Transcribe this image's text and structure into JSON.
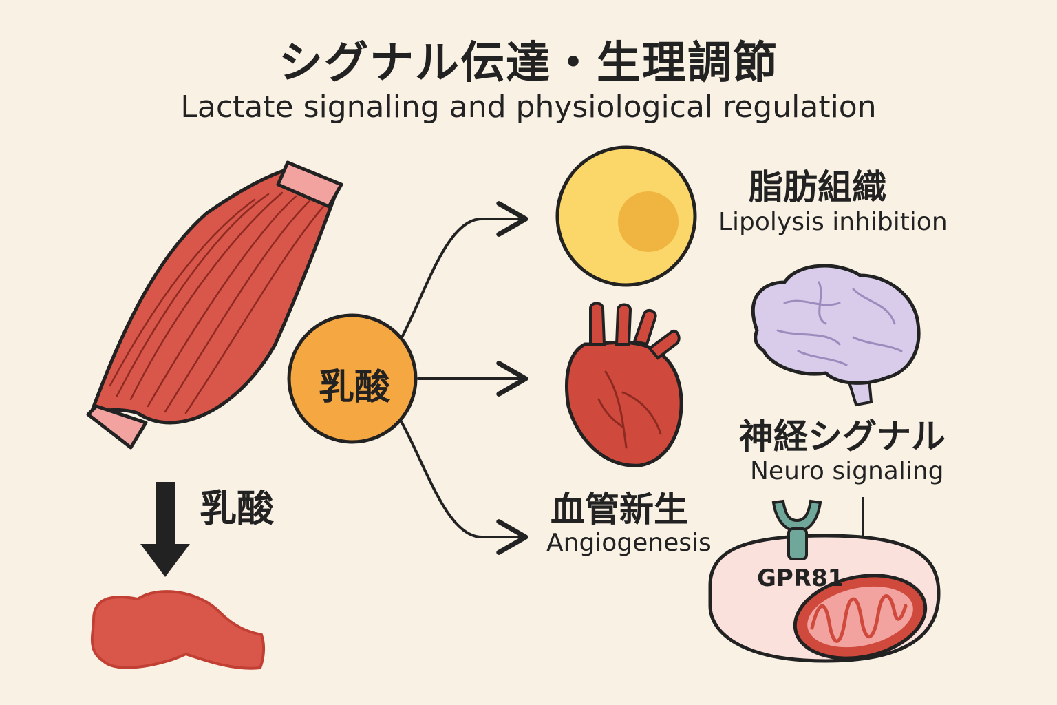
{
  "title": {
    "japanese": "シグナル伝達・生理調節",
    "english": "Lactate signaling and physiological regulation"
  },
  "hub": {
    "label": "乳酸"
  },
  "flow": {
    "label": "乳酸"
  },
  "targets": {
    "adipose": {
      "japanese": "脂肪組織",
      "english": "Lipolysis inhibition"
    },
    "angiogenesis": {
      "japanese": "血管新生",
      "english": "Angiogenesis"
    },
    "neuro": {
      "japanese": "神経シグナル",
      "english": "Neuro signaling"
    }
  },
  "receptor": {
    "label": "GPR81"
  },
  "colors": {
    "background": "#f8f1e4",
    "muscle": "#d9574a",
    "tendon": "#f2a3a0",
    "hub": "#f5a742",
    "fat_cell": "#fbd76a",
    "heart": "#cf4a3c",
    "brain": "#d8ccea",
    "cell": "#fbe1dc",
    "receptor": "#6fa89b",
    "outline": "#222222"
  }
}
